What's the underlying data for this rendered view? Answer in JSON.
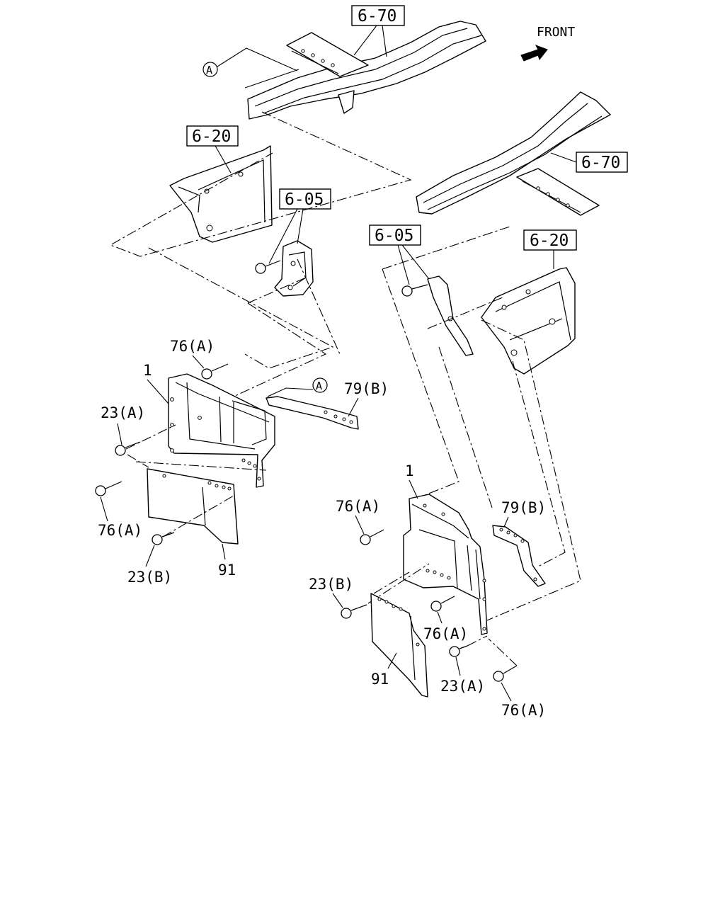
{
  "direction_label": "FRONT",
  "section_refs": {
    "frame_top": "6-70",
    "frame_right": "6-70",
    "bracket_left": "6-20",
    "bracket_right": "6-20",
    "hanger_left": "6-05",
    "hanger_right": "6-05"
  },
  "connector_marks": {
    "top": "A",
    "mid": "A"
  },
  "part_labels": {
    "left": {
      "bracket": "1",
      "screw_top": "76(A)",
      "bolt_a": "23(A)",
      "screw_bottom": "76(A)",
      "bolt_b": "23(B)",
      "mudguard": "91",
      "stay": "79(B)"
    },
    "right": {
      "bracket": "1",
      "screw_top": "76(A)",
      "stay": "79(B)",
      "bolt_b": "23(B)",
      "screw_mid": "76(A)",
      "bolt_a": "23(A)",
      "mudguard": "91",
      "screw_bottom": "76(A)"
    }
  }
}
